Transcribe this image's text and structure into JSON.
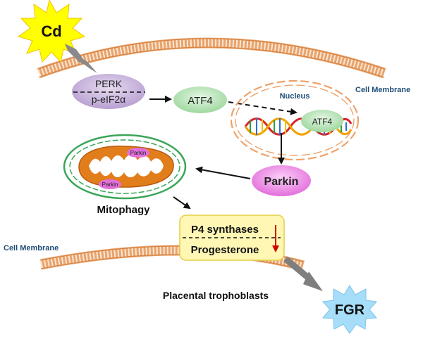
{
  "labels": {
    "cd": "Cd",
    "perk": "PERK",
    "peif2a": "p-eIF2α",
    "atf4": "ATF4",
    "nucleus": "Nucleus",
    "atf4_nucleus": "ATF4",
    "cell_membrane_top": "Cell Membrane",
    "parkin": "Parkin",
    "parkin_small_1": "Parkin",
    "parkin_small_2": "Parkin",
    "mitophagy": "Mitophagy",
    "p4_synthases": "P4 synthases",
    "progesterone": "Progesterone",
    "cell_membrane_bottom": "Cell Membrane",
    "placental": "Placental trophoblasts",
    "fgr": "FGR"
  },
  "colors": {
    "cd_star": "#ffff00",
    "perk_ellipse": "#c9b3dd",
    "atf4_ellipse": "#bfe6bf",
    "parkin_ellipse": "#f08fe8",
    "mito_outer": "#3aa657",
    "mito_inner": "#e27d1c",
    "box_fill": "#fff7b3",
    "fgr_star": "#9fd8f8",
    "membrane": "#f3b27d",
    "down_arrow": "#d00000"
  }
}
